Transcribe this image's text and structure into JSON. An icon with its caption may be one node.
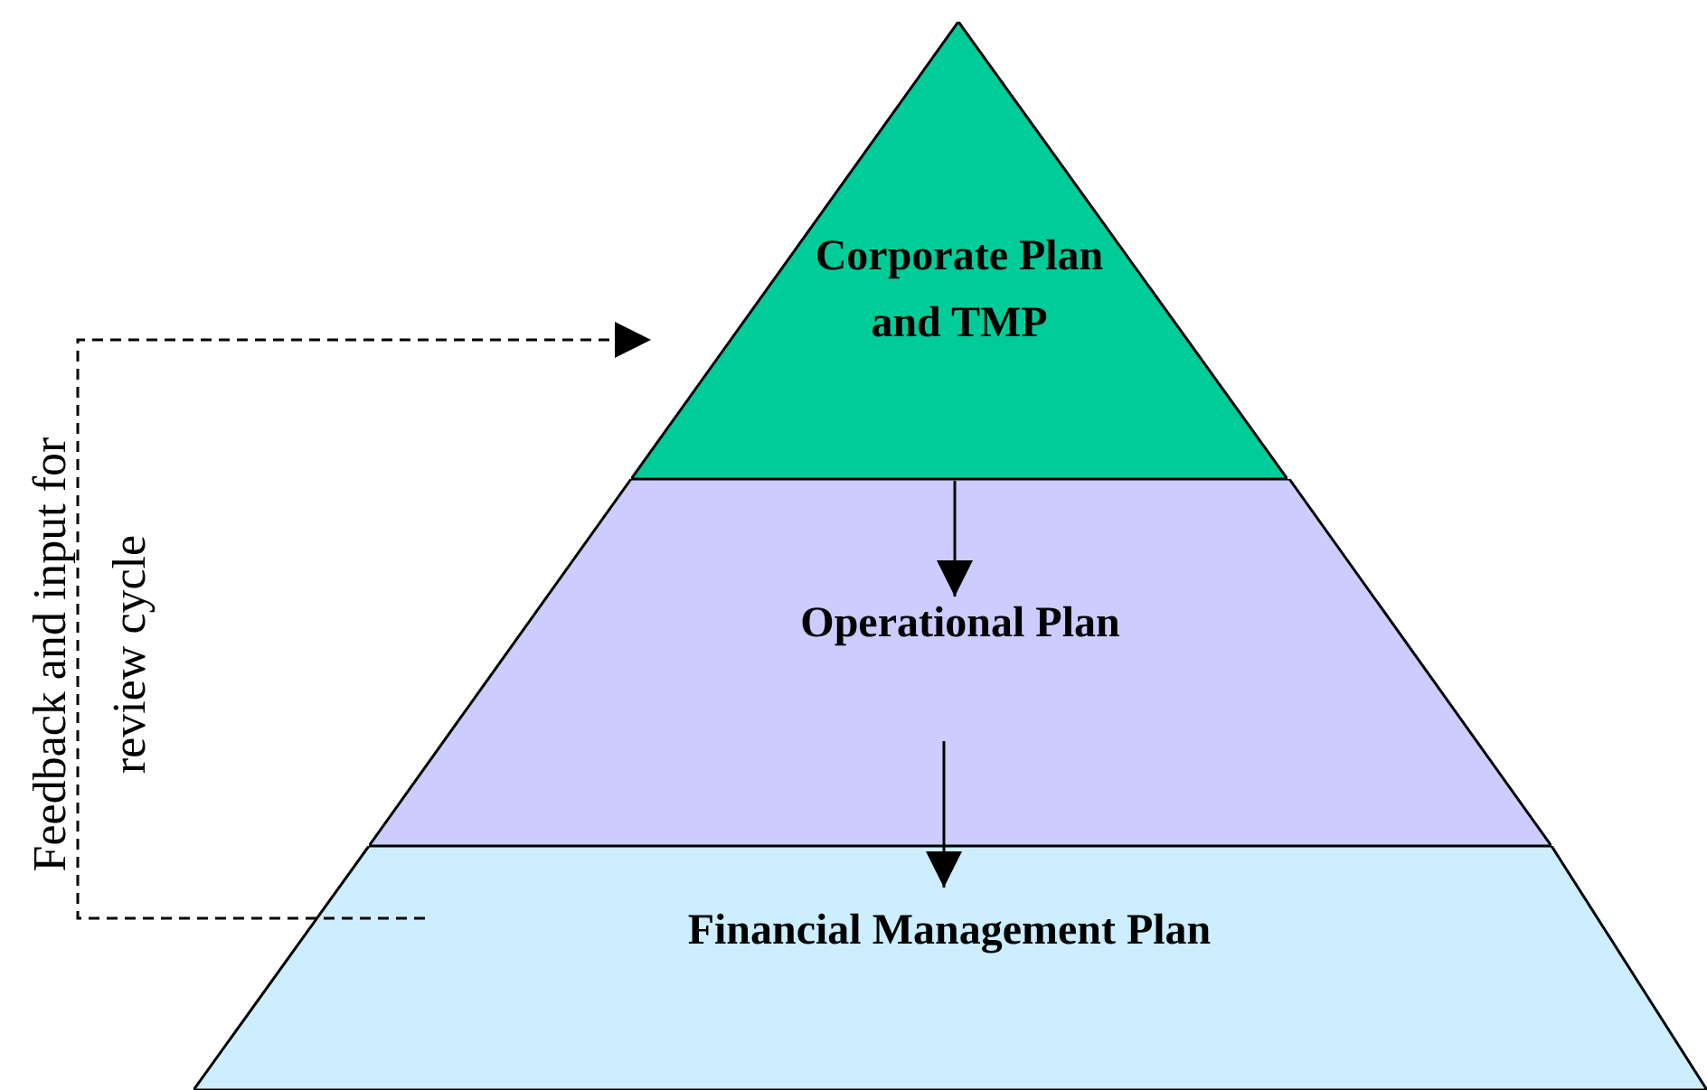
{
  "diagram": {
    "nodes": [
      {
        "text": [
          "Corporate Plan and TMP"
        ]
      },
      {
        "text": [
          "Operational Plan"
        ]
      },
      {
        "text": [
          "Financial Management Plan"
        ]
      }
    ],
    "edges": [
      {
        "from": 0,
        "to": 1,
        "arrow": "to"
      },
      {
        "from": 1,
        "to": 2,
        "arrow": "to"
      },
      {
        "from": 2,
        "to": 0,
        "arrow": "to",
        "style": "dashed",
        "label": "Feedback and input for review cycle"
      }
    ]
  }
}
